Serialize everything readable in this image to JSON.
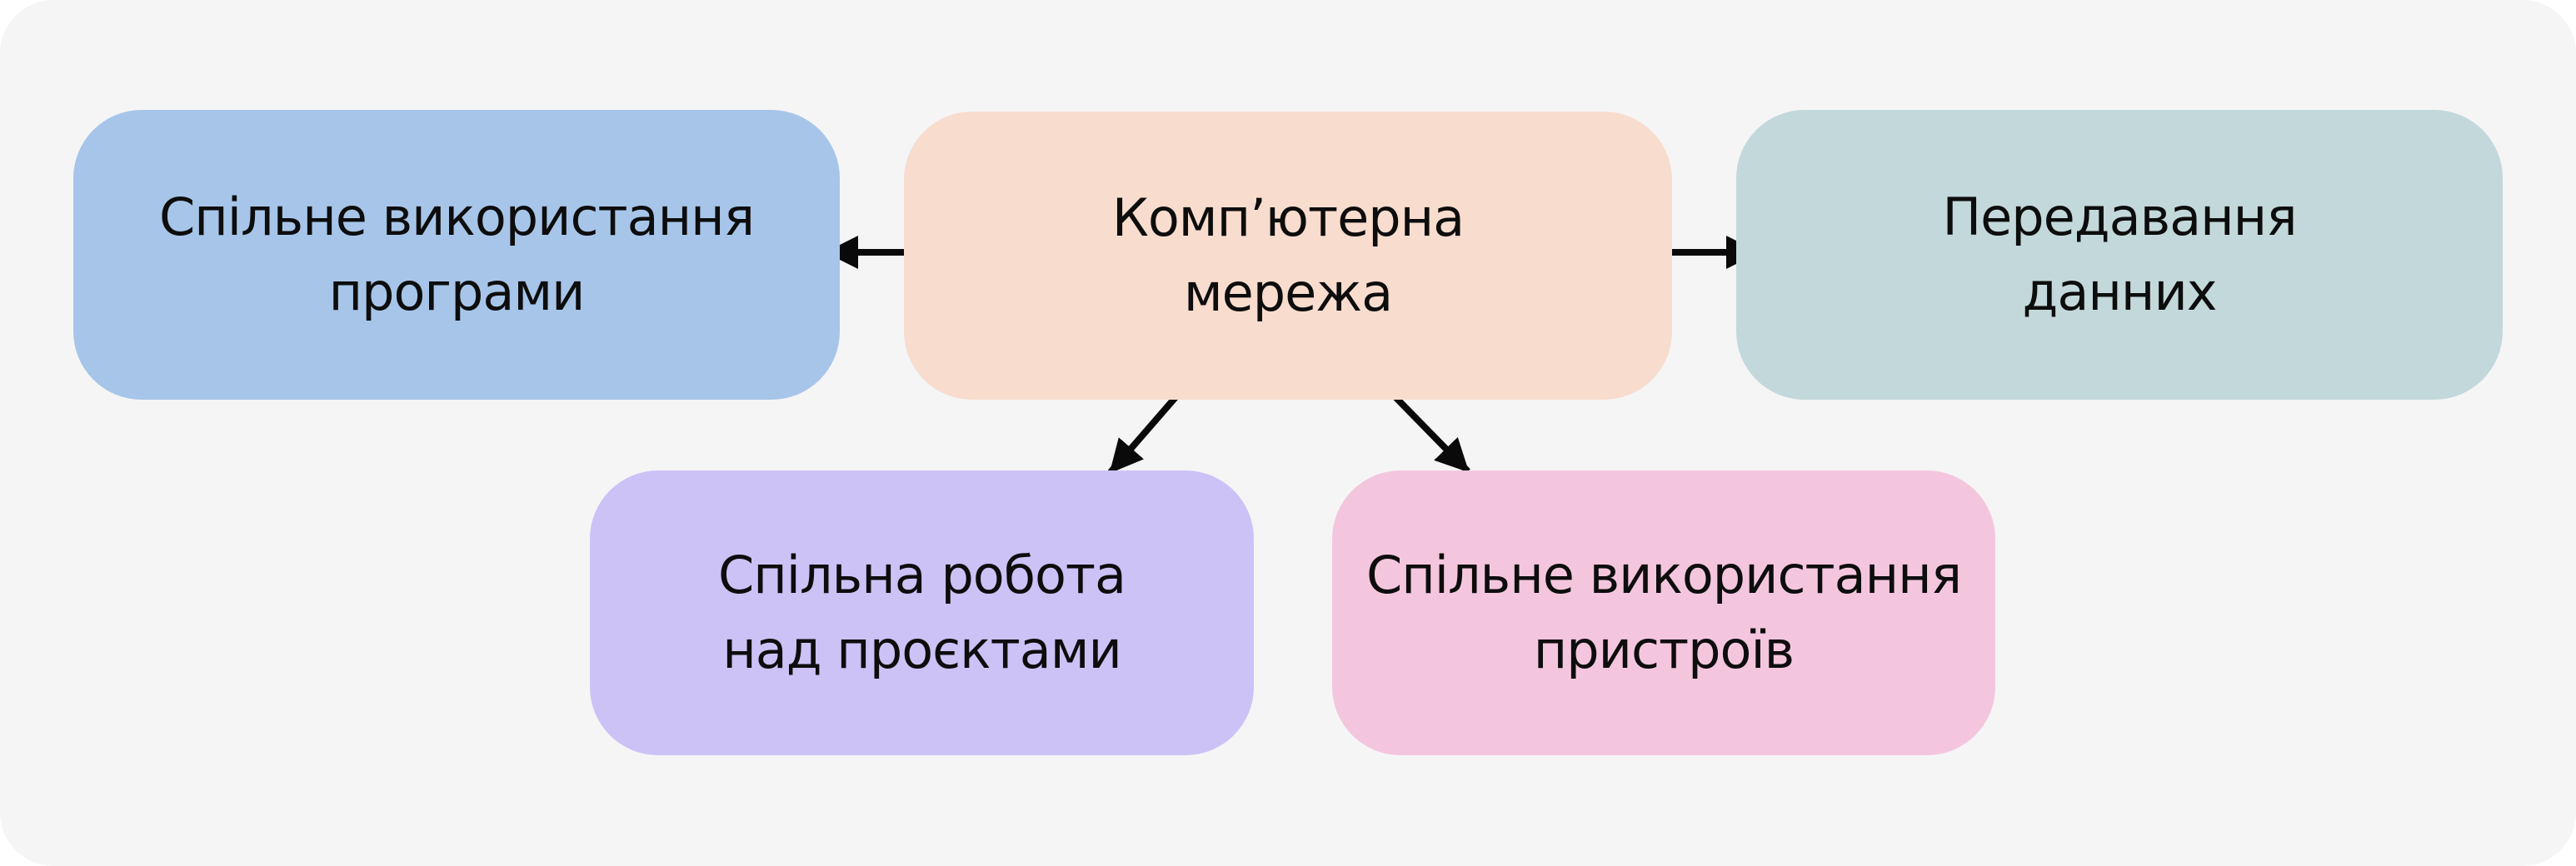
{
  "diagram": {
    "background_color": "#f5f5f6",
    "page_color": "#ffffff",
    "arrow_color": "#0a0a0a",
    "text_color": "#0d0d0d",
    "center_node": {
      "id": "computer-network",
      "label": "Комп’ютерна мережа",
      "lines": [
        "Комп’ютерна",
        "мережа"
      ],
      "color": "#f8dcce"
    },
    "nodes": [
      {
        "id": "shared-programs",
        "label": "Спільне використання програми",
        "lines": [
          "Спільне використання",
          "програми"
        ],
        "color": "#a7c5e9"
      },
      {
        "id": "data-transfer",
        "label": "Передавання данних",
        "lines": [
          "Передавання",
          "данних"
        ],
        "color": "#c3d8da"
      },
      {
        "id": "project-collaboration",
        "label": "Спільна робота над проєктами",
        "lines": [
          "Спільна робота",
          "над проєктами"
        ],
        "color": "#cdc2f6"
      },
      {
        "id": "shared-devices",
        "label": "Спільне використання пристроїв",
        "lines": [
          "Спільне використання",
          "пристроїв"
        ],
        "color": "#f4c6dd"
      }
    ],
    "connections": [
      {
        "from": "computer-network",
        "to": "shared-programs"
      },
      {
        "from": "computer-network",
        "to": "data-transfer"
      },
      {
        "from": "computer-network",
        "to": "project-collaboration"
      },
      {
        "from": "computer-network",
        "to": "shared-devices"
      }
    ]
  }
}
